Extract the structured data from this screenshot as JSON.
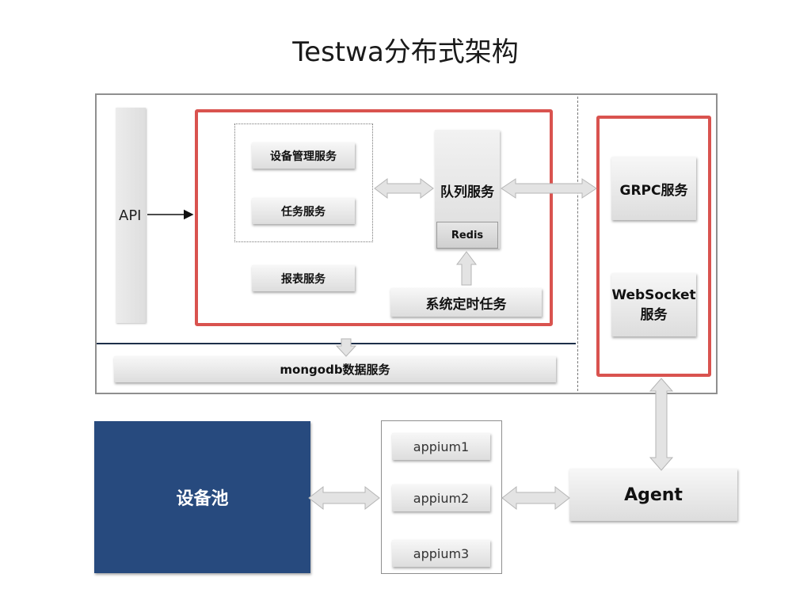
{
  "title": "Testwa分布式架构",
  "api_label": "API",
  "services": {
    "device_management": "设备管理服务",
    "task": "任务服务",
    "report": "报表服务",
    "queue": "队列服务",
    "redis": "Redis",
    "scheduled_task": "系统定时任务",
    "mongodb": "mongodb数据服务",
    "grpc": "GRPC服务",
    "websocket_line1": "WebSocket",
    "websocket_line2": "服务"
  },
  "device_pool": "设备池",
  "appium_nodes": [
    "appium1",
    "appium2",
    "appium3"
  ],
  "agent": "Agent",
  "colors": {
    "highlight_border": "#d9534f",
    "device_pool_fill": "#274a7e",
    "arrow_fill": "#e3e3e3"
  }
}
